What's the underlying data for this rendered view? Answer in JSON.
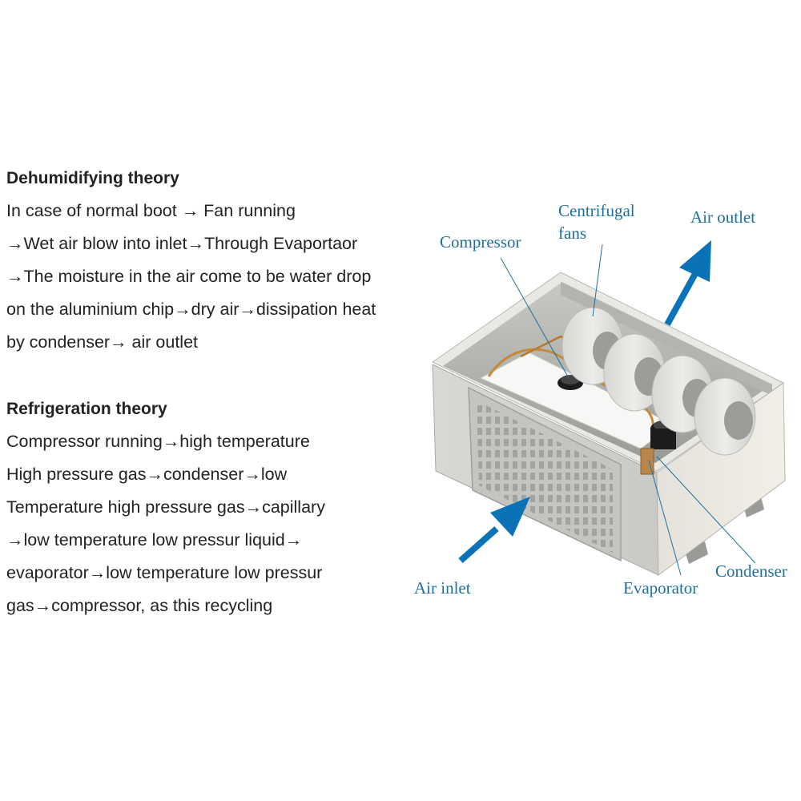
{
  "dehumidifying": {
    "title": "Dehumidifying theory",
    "lines": [
      "In case of normal boot → Fan running",
      "→Wet air blow into inlet→Through Evaportaor",
      "→The moisture in the air come to be water drop",
      "on the aluminium chip→dry air→dissipation heat",
      "by condenser→ air outlet"
    ]
  },
  "refrigeration": {
    "title": "Refrigeration theory",
    "lines": [
      "Compressor running→high temperature",
      "High pressure gas→condenser→low",
      "Temperature high pressure gas→capillary",
      "→low temperature low pressur liquid→",
      "evaporator→low temperature low pressur",
      "gas→compressor, as this recycling"
    ]
  },
  "labels": {
    "compressor": "Compressor",
    "centrifugal_1": "Centrifugal",
    "centrifugal_2": "fans",
    "air_outlet": "Air outlet",
    "air_inlet": "Air inlet",
    "evaporator": "Evaporator",
    "condenser": "Condenser"
  },
  "colors": {
    "label_text": "#1f6f9e",
    "arrow": "#0a73b8",
    "body_text": "#222222"
  }
}
